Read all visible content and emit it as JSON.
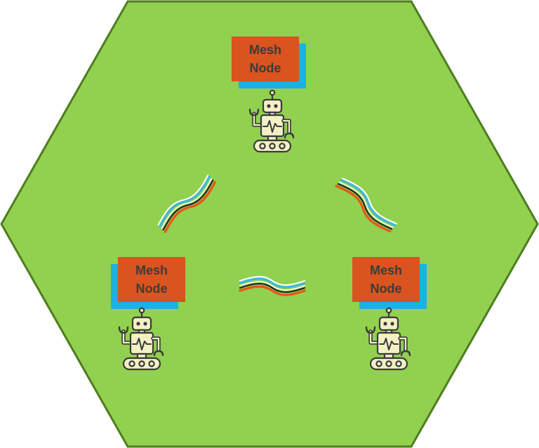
{
  "colors": {
    "hexagon_fill": "#92d050",
    "hexagon_stroke": "#4e7d1e",
    "label_bg": "#d9541e",
    "label_shadow": "#19b2e6",
    "robot_fill": "#f3f0c6",
    "robot_stroke": "#3a3a3a",
    "wave_blue": "#3db7e4",
    "wave_black": "#1e1e1e",
    "wave_orange": "#e35a18",
    "wave_white": "#ffffff"
  },
  "nodes": [
    {
      "label": "Mesh\nNode",
      "icon": "robot-icon"
    },
    {
      "label": "Mesh\nNode",
      "icon": "robot-icon"
    },
    {
      "label": "Mesh\nNode",
      "icon": "robot-icon"
    }
  ],
  "links": [
    {
      "from": 0,
      "to": 1,
      "icon": "wireless-signal-icon"
    },
    {
      "from": 0,
      "to": 2,
      "icon": "wireless-signal-icon"
    },
    {
      "from": 1,
      "to": 2,
      "icon": "wireless-signal-icon"
    }
  ]
}
